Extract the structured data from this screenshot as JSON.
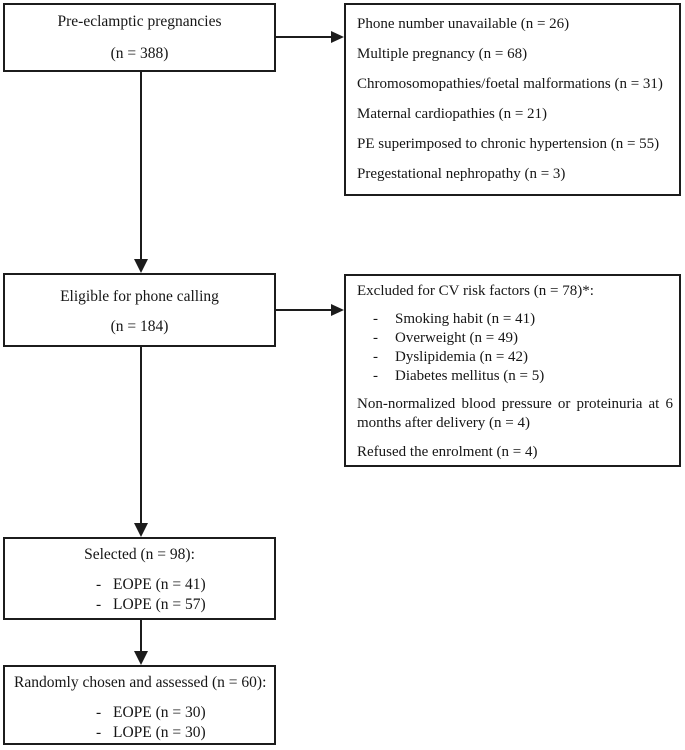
{
  "marker": "-",
  "colors": {
    "line": "#1c1c1c",
    "text": "#161616",
    "background": "#ffffff"
  },
  "flow": {
    "box1": {
      "title": "Pre-eclamptic pregnancies",
      "count": "(n = 388)"
    },
    "excluded1": {
      "items": [
        "Phone number unavailable (n = 26)",
        "Multiple pregnancy (n = 68)",
        "Chromosomopathies/foetal malformations (n = 31)",
        "Maternal cardiopathies (n = 21)",
        "PE superimposed to chronic hypertension (n = 55)",
        "Pregestational nephropathy (n = 3)"
      ]
    },
    "box2": {
      "title": "Eligible for phone calling",
      "count": "(n = 184)"
    },
    "excluded2": {
      "title": "Excluded for CV risk factors (n = 78)*:",
      "items": [
        "Smoking habit (n = 41)",
        "Overweight (n = 49)",
        "Dyslipidemia (n = 42)",
        "Diabetes mellitus (n = 5)"
      ],
      "note1": "Non-normalized blood pressure or proteinuria at 6 months after delivery (n = 4)",
      "note2": "Refused the enrolment (n = 4)"
    },
    "box3": {
      "title": "Selected (n = 98):",
      "items": [
        "EOPE (n = 41)",
        "LOPE (n = 57)"
      ]
    },
    "box4": {
      "title": "Randomly chosen and assessed (n = 60):",
      "items": [
        "EOPE (n = 30)",
        "LOPE (n = 30)"
      ]
    }
  }
}
